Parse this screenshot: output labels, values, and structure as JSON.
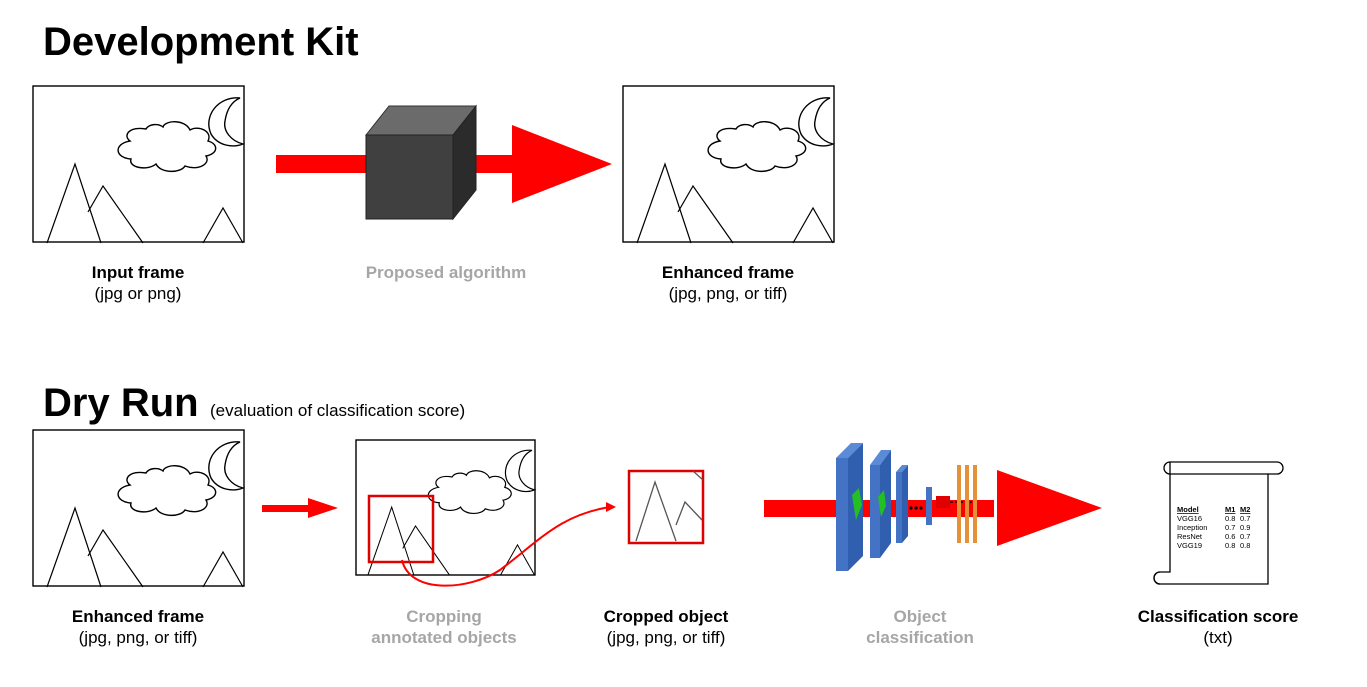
{
  "development_kit": {
    "title": "Development Kit",
    "input_caption": {
      "title": "Input frame",
      "subtitle": "(jpg or png)"
    },
    "algorithm_caption": "Proposed algorithm",
    "output_caption": {
      "title": "Enhanced frame",
      "subtitle": "(jpg, png, or tiff)"
    }
  },
  "dry_run": {
    "title": "Dry Run",
    "subtitle": "(evaluation of classification score)",
    "enhanced_caption": {
      "title": "Enhanced frame",
      "subtitle": "(jpg, png, or tiff)"
    },
    "cropping_caption": {
      "line1": "Cropping",
      "line2": "annotated objects"
    },
    "cropped_caption": {
      "title": "Cropped object",
      "subtitle": "(jpg, png, or tiff)"
    },
    "classification_caption": {
      "line1": "Object",
      "line2": "classification"
    },
    "score_caption": {
      "title": "Classification score",
      "subtitle": "(txt)"
    },
    "score_table": {
      "headers": [
        "Model",
        "M1",
        "M2"
      ],
      "rows": [
        [
          "VGG16",
          "0.8",
          "0.7"
        ],
        [
          "Inception",
          "0.7",
          "0.9"
        ],
        [
          "ResNet",
          "0.6",
          "0.7"
        ],
        [
          "VGG19",
          "0.8",
          "0.8"
        ]
      ]
    }
  },
  "colors": {
    "arrow": "#ff0000",
    "cube": "#404040",
    "grey_text": "#a6a6a6",
    "network_blue": "#4472c4",
    "network_orange": "#e69138"
  }
}
